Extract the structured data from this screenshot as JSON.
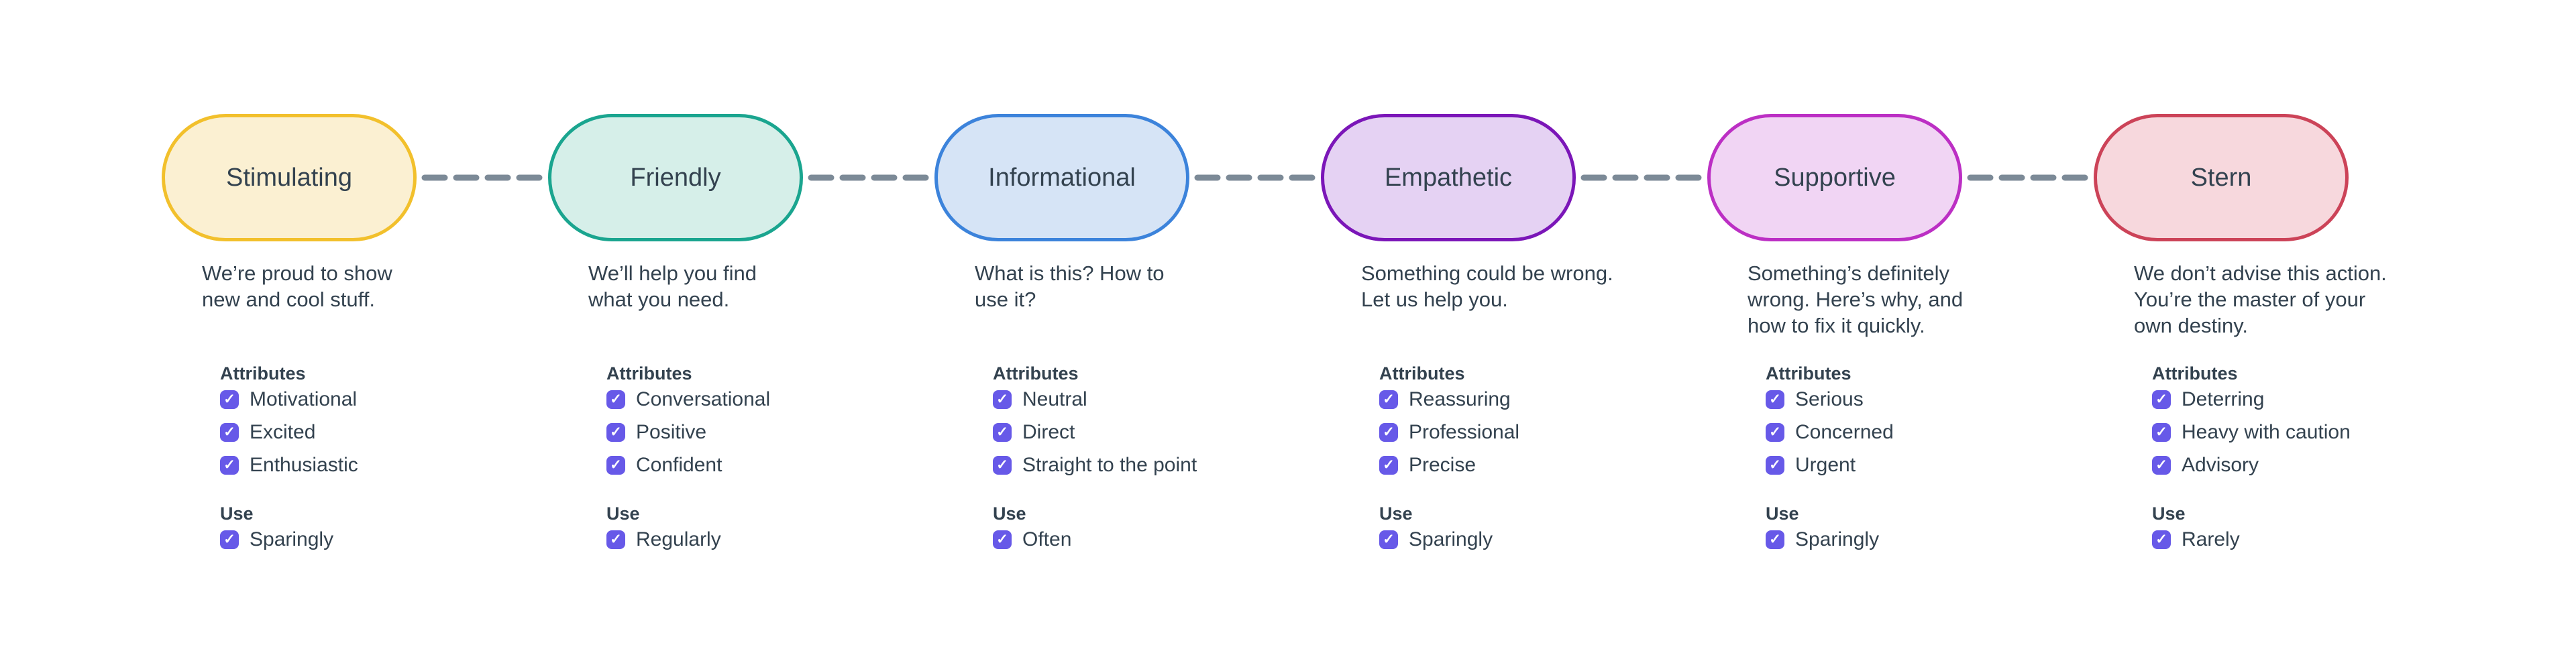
{
  "page": {
    "background": "#FFFFFF"
  },
  "palette": {
    "text": "#33424F",
    "checkbox_purple": "#6759E8",
    "connector_gray": "#7C8A97"
  },
  "icons": {
    "checkmark": "✓"
  },
  "section_labels": {
    "attributes": "Attributes",
    "use": "Use"
  },
  "tones": [
    {
      "name": "Stimulating",
      "border_color": "#F2C02C",
      "fill_color": "#FBF0D2",
      "description_lines": [
        "We’re proud to show",
        "new and cool stuff."
      ],
      "attributes": [
        "Motivational",
        "Excited",
        "Enthusiastic"
      ],
      "use": "Sparingly"
    },
    {
      "name": "Friendly",
      "border_color": "#1AA58F",
      "fill_color": "#D6EFE9",
      "description_lines": [
        "We’ll help you find",
        "what you need."
      ],
      "attributes": [
        "Conversational",
        "Positive",
        "Confident"
      ],
      "use": "Regularly"
    },
    {
      "name": "Informational",
      "border_color": "#3C83DB",
      "fill_color": "#D6E4F6",
      "description_lines": [
        "What is this? How to",
        "use it?"
      ],
      "attributes": [
        "Neutral",
        "Direct",
        "Straight to the point"
      ],
      "use": "Often"
    },
    {
      "name": "Empathetic",
      "border_color": "#7B16B8",
      "fill_color": "#E5D2F3",
      "description_lines": [
        "Something could be wrong.",
        "Let us help you."
      ],
      "attributes": [
        "Reassuring",
        "Professional",
        "Precise"
      ],
      "use": "Sparingly"
    },
    {
      "name": "Supportive",
      "border_color": "#BC2FC4",
      "fill_color": "#F1D5F4",
      "description_lines": [
        "Something’s definitely",
        "wrong. Here’s why, and",
        "how to fix it quickly."
      ],
      "attributes": [
        "Serious",
        "Concerned",
        "Urgent"
      ],
      "use": "Sparingly"
    },
    {
      "name": "Stern",
      "border_color": "#CC4358",
      "fill_color": "#F7D8DD",
      "description_lines": [
        "We don’t advise this action.",
        "You’re the master of your",
        "own destiny."
      ],
      "attributes": [
        "Deterring",
        "Heavy with caution",
        "Advisory"
      ],
      "use": "Rarely"
    }
  ]
}
